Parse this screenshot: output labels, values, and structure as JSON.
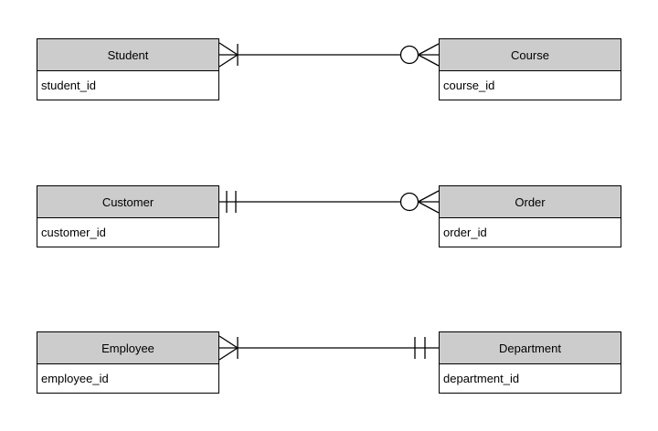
{
  "diagram": {
    "type": "er-crows-foot",
    "colors": {
      "background": "#ffffff",
      "header_fill": "#cccccc",
      "stroke": "#000000"
    },
    "rows": [
      {
        "left": {
          "name": "Student",
          "attrs": [
            "student_id"
          ]
        },
        "right": {
          "name": "Course",
          "attrs": [
            "course_id"
          ]
        },
        "left_cardinality": "one-or-many",
        "right_cardinality": "zero-or-many",
        "left_symbol_icon": "crows-foot-one-tick-icon",
        "right_symbol_icon": "circle-crows-foot-icon"
      },
      {
        "left": {
          "name": "Customer",
          "attrs": [
            "customer_id"
          ]
        },
        "right": {
          "name": "Order",
          "attrs": [
            "order_id"
          ]
        },
        "left_cardinality": "exactly-one",
        "right_cardinality": "zero-or-many",
        "left_symbol_icon": "double-tick-icon",
        "right_symbol_icon": "circle-crows-foot-icon"
      },
      {
        "left": {
          "name": "Employee",
          "attrs": [
            "employee_id"
          ]
        },
        "right": {
          "name": "Department",
          "attrs": [
            "department_id"
          ]
        },
        "left_cardinality": "one-or-many",
        "right_cardinality": "exactly-one",
        "left_symbol_icon": "crows-foot-one-tick-icon",
        "right_symbol_icon": "double-tick-icon"
      }
    ]
  }
}
